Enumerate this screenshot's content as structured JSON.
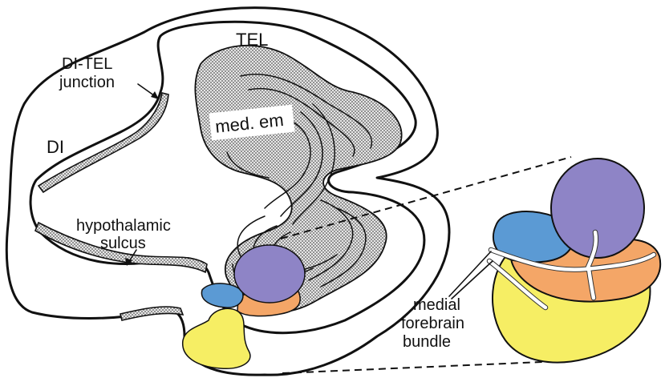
{
  "labels": {
    "tel": "TEL",
    "di_tel_junction_line1": "DI-TEL",
    "di_tel_junction_line2": "junction",
    "med_em": "med. em",
    "di": "DI",
    "hypothalamic_sulcus_line1": "hypothalamic",
    "hypothalamic_sulcus_line2": "sulcus",
    "mfb_line1": "medial",
    "mfb_line2": "forebrain",
    "mfb_line3": "bundle"
  },
  "colors": {
    "purple_nucleus": "#8e84c6",
    "blue_nucleus": "#5b9ad4",
    "orange_nucleus": "#f4a667",
    "yellow_nucleus": "#f6ee64",
    "stipple": "#b9b9b9",
    "outline": "#111111"
  },
  "icons": {
    "junction_pointer": "arrow-icon",
    "sulcus_pointer": "arrow-icon"
  }
}
